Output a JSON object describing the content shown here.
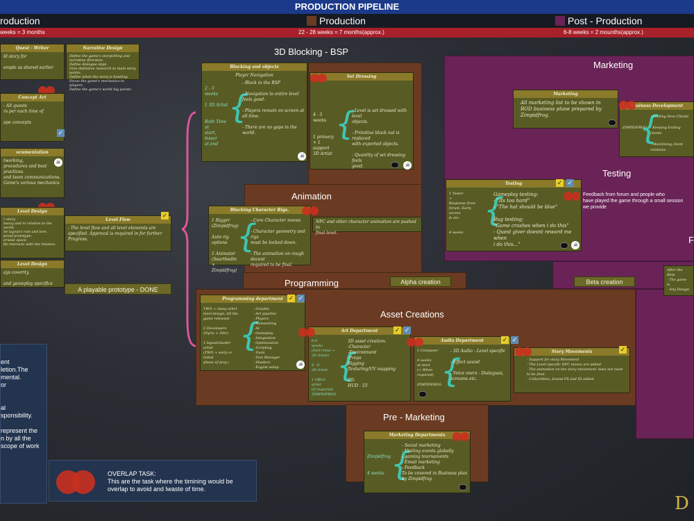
{
  "title": "PRODUCTION PIPELINE",
  "phases": {
    "pre": "roduction",
    "prod": "Production",
    "post": "Post - Production"
  },
  "colors": {
    "pre": "#1c3a8a",
    "prod": "#6a3b22",
    "post": "#6a2357",
    "red": "#a8202a"
  },
  "durations": {
    "pre": "weeks = 3 months",
    "prod": "22 - 28 weeks = 7 months(approx.)",
    "post": "6-8 weeks = 2 mounths(approx.)"
  },
  "sections": {
    "blocking": "3D Blocking - BSP",
    "animation": "Animation",
    "programming": "Programming",
    "assets": "Asset Creations",
    "premarketing": "Pre - Marketing",
    "marketing": "Marketing",
    "testing": "Testing",
    "alpha": "Alpha creation",
    "beta": "Beta creation",
    "prototype": "A playable prototype - DONE",
    "cut": "F"
  },
  "left_cards": [
    {
      "title": "Quest - Writer",
      "body": "ld story for\n\nample as shared earlier"
    },
    {
      "title": "Narrative Design",
      "body": "Define the game's storytelling and narrative direction.\nDefine dialogue style.\nGive definitive research to main story points.\nDefine when the story is heading.\nFocus the game's mechanics to players.\nDefine the game's world big points."
    },
    {
      "title": "Concept Art",
      "body": "- All quests\nrs per each time of\n\nape concepts"
    },
    {
      "title": "ocumentation",
      "body": "tworking,\nprocedures and best practices.\nand team communications.\nGame's various mechanics"
    },
    {
      "title": "Level Design",
      "body": "r story\nheavy and in relation to the world.\nhe layout's role and lore.\nproof prototype.\nerwise space.\nfts interacts with the mission."
    },
    {
      "title": "Level Flow",
      "body": "- The level flow and all level elements are\nspecified. Approval is required in for further\nProgress."
    },
    {
      "title": "Level Design",
      "body": "ays coverity.\n\nand gameplay specifics"
    }
  ],
  "legend_left": "ent\nletion.The\nmental.\nor\n\n\nal\nsponsibility.\n\nrepresent the\nn by all the\nscope of work",
  "overlap": {
    "title": "OVERLAP TASK:",
    "line1": "This are the task where the timining would be",
    "line2": "overlap to avoid and lwaste of time."
  },
  "blocking_card": {
    "title": "Blocking and objects",
    "sub": "Player Navigation",
    "left": "2 - 3\nweeks\n\n1 3D Artist\n\n\nBoth Time at\nstart, lesser\nat end",
    "right": "- Block in the BSP\n\n- Navigation to entire level\nfeels good.\n\n- Players remain on screen at\nall time.\n\n- There are no gaps in the world."
  },
  "set_card": {
    "title": "Set Dressing",
    "left": "4 - 5\nweeks\n\n\n1 primary\n+ 1 support\n3D Artist",
    "right": "- Level is set dressed with level\nobjects.\n\n- Primitive block out is replaced\nwith exported objects.\n\n- Quantity of set dressing feels\ngood."
  },
  "rigs_card": {
    "title": "Blocking Character Rigs.",
    "left": "1 Rigger\n(Zimpidfrog)\n\nAuto rig options\n\n1 Animator\n(Searthedin\n+ Zimpidfrog)",
    "right": "- Core Character moves\n\n- Character geometry and rigs\nmust be locked down.\n\n- The animation on rough decent\nrequired to be final."
  },
  "anim_note": "NPC and other character animation are pushed to\nfinal level.",
  "prog_card": {
    "title": "Programming department",
    "left": "TWO + many other\nlevel design, till the\ngame released.\n\n2 Developers\n(Nyrix + Zibr)\n\n1 layout/shader artist\n(TWO + early or initial\nphase of proj.)",
    "right": "- Graphic\n- Art pipeline\n- Physics\n- Networking\n- AI\n- Gameplay\n- Integration\n- Optimization\n- Scripting\n- Tools\n- Text Manager\n- Shaders\n- Engine setup"
  },
  "art_card": {
    "title": "Art Department",
    "left": "6-8\nweeks\n(Part+time + 2D Artist)\n\n4 - 6\n3D Artist\n\n1 Office artist\n(if required)\nZIMPIDFROG",
    "right": "3D asset creation:\n-Character\n-Environment\n-Props\nRigging\nTexturing/UV mapping\n\n2D:\nHUD - UI"
  },
  "audio_card": {
    "title": "Audio Department",
    "left": "1 Composer\n\n4 weeks\nat start\n(+ When required)\n\nZIMPIDFROG",
    "right": "- 3D Audio - Level specific\n\n- Effect sound\n\n- Voice overs - Dialogues,\nscreams etc."
  },
  "story_card": {
    "title": "Story Movements",
    "body": "- Support for story Movement\n- The Level specific NPC moves are added.\n- The animation on the story movement' does not need\nto be final.\n- Collectibles, Sound FX and ID added."
  },
  "market_card": {
    "title": "Marketing",
    "body": "All marketing list to be shown in\nROD business plane prepared by\nZimpidfrog."
  },
  "bizdev_card": {
    "title": "Business Development",
    "left": "ZIMPIDFROG",
    "right": "- Finding New Clients\n\n- Keeping Exiting clients\n\n- Maintining client relations"
  },
  "test_card": {
    "title": "Testing",
    "left": "1 Tester\n+\nResponse from\nforum, Early access\n& etc.\n\n\n4 weeks",
    "right": "Gameplay testing:\n- \"Its too hard\"\n- \"The hat should be blue\"\n\nBug testing:\n\"Game crashes when i do this\"\n- Quest giver doesnt reward me when\ni do this...\""
  },
  "test_note": "Feedback from forum and people who\nhave played the game through a small session\nwe provide",
  "premarket_card": {
    "title": "Marketing Departments",
    "left": "Zimpidfrog\n\n\n4 weeks",
    "right": "- Social marketing\n- Visiting events globally\n- gaming tournaments\n- Email marketing\n- Feedback\nTo be covered in Business plan\nby Zimpidfrog"
  },
  "after_card": {
    "body": "After the Beta\n- The game is\n- Any Design"
  },
  "logo_text": "D"
}
